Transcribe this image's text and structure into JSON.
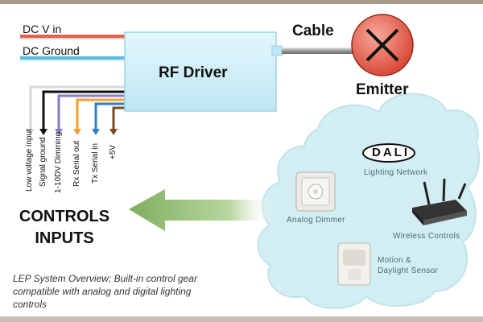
{
  "diagram": {
    "dc_v_in": "DC V in",
    "dc_ground": "DC Ground",
    "rf_driver": "RF Driver",
    "cable": "Cable",
    "emitter": "Emitter",
    "wires": [
      {
        "label": "Low voltage input",
        "color": "#d9d9d9"
      },
      {
        "label": "Signal ground",
        "color": "#111111"
      },
      {
        "label": "1-10DV Dimming",
        "color": "#8a7cc0"
      },
      {
        "label": "Rx Serial out",
        "color": "#f0a030"
      },
      {
        "label": "Tx Serial in",
        "color": "#2f7fc4"
      },
      {
        "label": "+5V",
        "color": "#7a4a28"
      }
    ],
    "controls_inputs": [
      "CONTROLS",
      "INPUTS"
    ],
    "caption": "LEP System Overview; Built-in control gear compatible with analog and digital lighting controls",
    "devices": {
      "dali_logo": "DALI",
      "lighting_network": "Lighting Network",
      "analog_dimmer": "Analog Dimmer",
      "wireless_controls": "Wireless Controls",
      "motion_sensor": [
        "Motion &",
        "Daylight Sensor"
      ]
    },
    "colors": {
      "dc_v_in": "#e8604a",
      "dc_ground": "#5bbde0",
      "driver_fill": "#cdeef8",
      "emitter_fill": "#e8574a",
      "cloud": "#d2eef3",
      "arrow": "#8fb870"
    }
  }
}
